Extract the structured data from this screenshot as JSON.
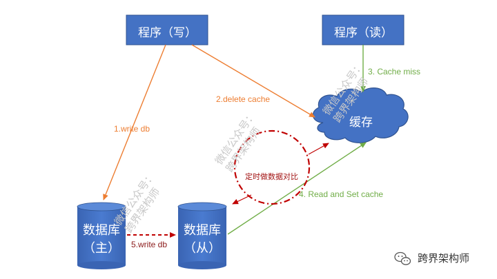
{
  "nodes": {
    "writer": "程序（写）",
    "reader": "程序（读）",
    "cache": "缓存",
    "master_line1": "数据库",
    "master_line2": "（主）",
    "slave_line1": "数据库",
    "slave_line2": "（从）"
  },
  "edges": {
    "write_db": "1.write db",
    "delete_cache": "2.delete cache",
    "cache_miss": "3. Cache miss",
    "read_set_cache": "4. Read and Set cache",
    "replicate": "5.write db",
    "compare": "定时做数据对比"
  },
  "watermark": {
    "line1": "微信公众号：",
    "line2": "跨界架构师"
  },
  "brand": {
    "name": "跨界架构师",
    "icon": "wechat-icon"
  },
  "colors": {
    "box_fill": "#4472c4",
    "orange": "#ed7d31",
    "green": "#70ad47",
    "dark_red": "#c00000"
  }
}
